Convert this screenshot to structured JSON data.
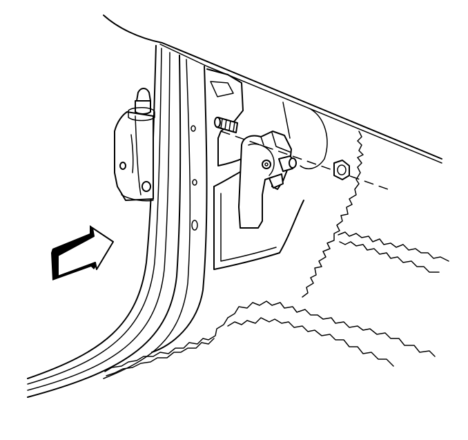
{
  "diagram": {
    "colors": {
      "stroke": "#000000",
      "background": "#ffffff"
    },
    "parts": [
      "door-hinge",
      "hinge-pin",
      "striker-stud",
      "latch-bracket",
      "nut",
      "direction-arrow"
    ]
  }
}
